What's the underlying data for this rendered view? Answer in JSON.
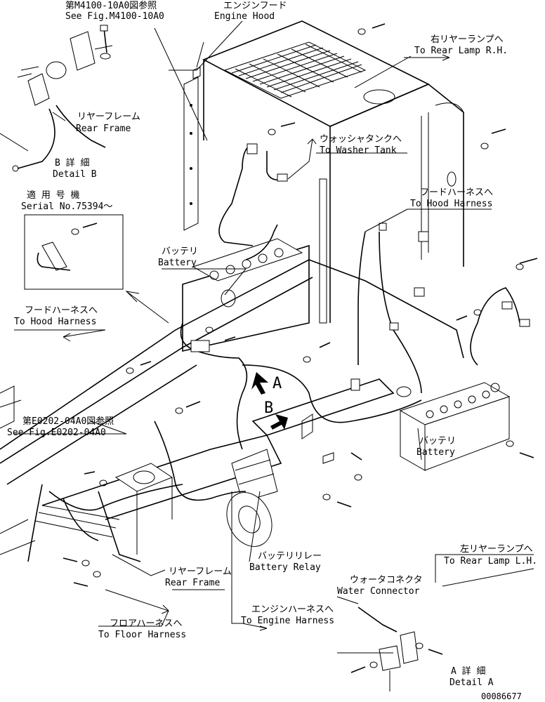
{
  "labels": {
    "fig_ref_top_jp": "第M4100-10A0図参照",
    "fig_ref_top_en": "See Fig.M4100-10A0",
    "engine_hood_jp": "エンジンフード",
    "engine_hood_en": "Engine Hood",
    "rear_lamp_rh_jp": "右リヤーランプへ",
    "rear_lamp_rh_en": "To Rear Lamp R.H.",
    "rear_frame_top_jp": "リヤーフレーム",
    "rear_frame_top_en": "Rear Frame",
    "washer_tank_jp": "ウォッシャタンクへ",
    "washer_tank_en": "To Washer Tank",
    "detail_b_jp": "B 詳 細",
    "detail_b_en": "Detail B",
    "serial_jp": "適 用 号 機",
    "serial_en": "Serial No.75394～",
    "hood_harness_right_jp": "フードハーネスへ",
    "hood_harness_right_en": "To Hood Harness",
    "battery_top_jp": "バッテリ",
    "battery_top_en": "Battery",
    "hood_harness_left_jp": "フードハーネスへ",
    "hood_harness_left_en": "To Hood Harness",
    "fig_ref_left_jp": "第E0202-04A0図参照",
    "fig_ref_left_en": "See Fig.E0202-04A0",
    "marker_a": "A",
    "marker_b": "B",
    "battery_right_jp": "バッテリ",
    "battery_right_en": "Battery",
    "rear_lamp_lh_jp": "左リヤーランプへ",
    "rear_lamp_lh_en": "To Rear Lamp L.H.",
    "battery_relay_jp": "バッテリリレー",
    "battery_relay_en": "Battery Relay",
    "rear_frame_bottom_jp": "リヤーフレーム",
    "rear_frame_bottom_en": "Rear Frame",
    "water_connector_jp": "ウォータコネクタ",
    "water_connector_en": "Water Connector",
    "engine_harness_jp": "エンジンハーネスへ",
    "engine_harness_en": "To Engine Harness",
    "floor_harness_jp": "フロアハーネスへ",
    "floor_harness_en": "To Floor Harness",
    "detail_a_jp": "A 詳 細",
    "detail_a_en": "Detail A",
    "drawing_number": "00086677"
  }
}
